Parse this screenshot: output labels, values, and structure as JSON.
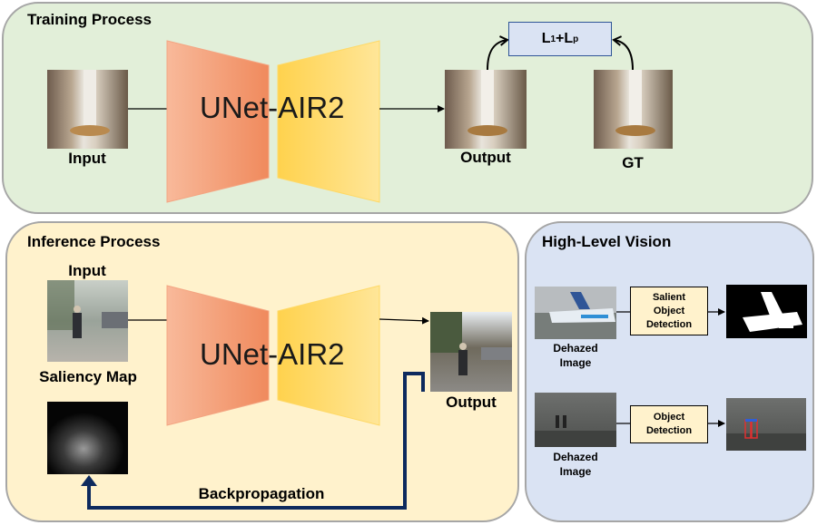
{
  "training": {
    "title": "Training Process",
    "input_label": "Input",
    "network_label": "UNet-AIR2",
    "output_label": "Output",
    "gt_label": "GT",
    "loss": {
      "l": "L",
      "sub1": "1",
      "plus": "+L",
      "subp": "p"
    }
  },
  "inference": {
    "title": "Inference Process",
    "input_label": "Input",
    "network_label": "UNet-AIR2",
    "output_label": "Output",
    "saliency_label": "Saliency Map",
    "backprop_label": "Backpropagation"
  },
  "high_level": {
    "title": "High-Level Vision",
    "row1_image_label_line1": "Dehazed",
    "row1_image_label_line2": "Image",
    "row1_box_line1": "Salient",
    "row1_box_line2": "Object",
    "row1_box_line3": "Detection",
    "row2_image_label_line1": "Dehazed",
    "row2_image_label_line2": "Image",
    "row2_box_line1": "Object",
    "row2_box_line2": "Detection"
  },
  "colors": {
    "encoder": "#f4a582",
    "decoder": "#ffd966",
    "backprop_arrow": "#0d2a5e"
  }
}
